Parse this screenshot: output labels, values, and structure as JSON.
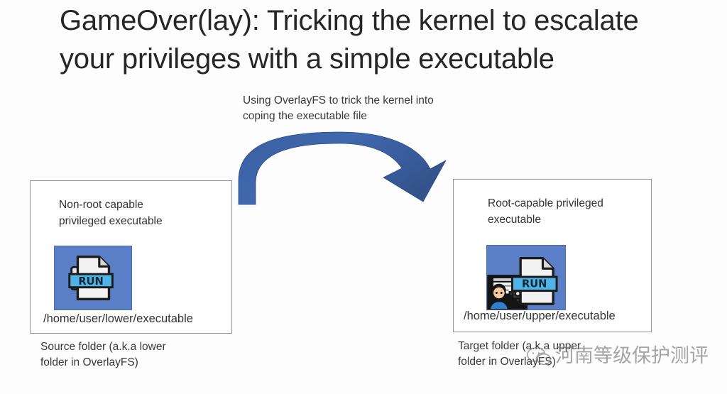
{
  "slide": {
    "background_color": "#fdfdfd",
    "title_lines": [
      "GameOver(lay): Tricking the kernel to escalate",
      "your privileges with a simple executable"
    ],
    "arrow_caption_lines": [
      "Using OverlayFS to trick the kernel into",
      "coping the executable file"
    ],
    "arrow": {
      "name": "curved-arrow",
      "direction": "left-to-right",
      "color": "#3d64a8"
    },
    "left_box": {
      "heading_lines": [
        "Non-root capable",
        "privileged executable"
      ],
      "icon": {
        "name": "run-executable-icon",
        "label": "RUN",
        "tile_color": "#5b7fc7",
        "band_color": "#4fb3e8"
      },
      "path": "/home/user/lower/executable",
      "caption_lines": [
        "Source folder (a.k.a lower",
        "folder in OverlayFS)"
      ],
      "border_color": "#8b94a6"
    },
    "right_box": {
      "heading_lines": [
        "Root-capable privileged",
        "executable"
      ],
      "icon": {
        "name": "run-executable-admin-icon",
        "label": "RUN",
        "tile_color": "#5b7fc7",
        "band_color": "#4fb3e8"
      },
      "path": "/home/user/upper/executable",
      "caption_lines": [
        "Target folder (a.k.a upper",
        "folder in OverlayFS)"
      ],
      "border_color": "#8b94a6"
    },
    "watermark": {
      "icon_name": "wechat-icon",
      "text": "河南等级保护测评"
    }
  }
}
